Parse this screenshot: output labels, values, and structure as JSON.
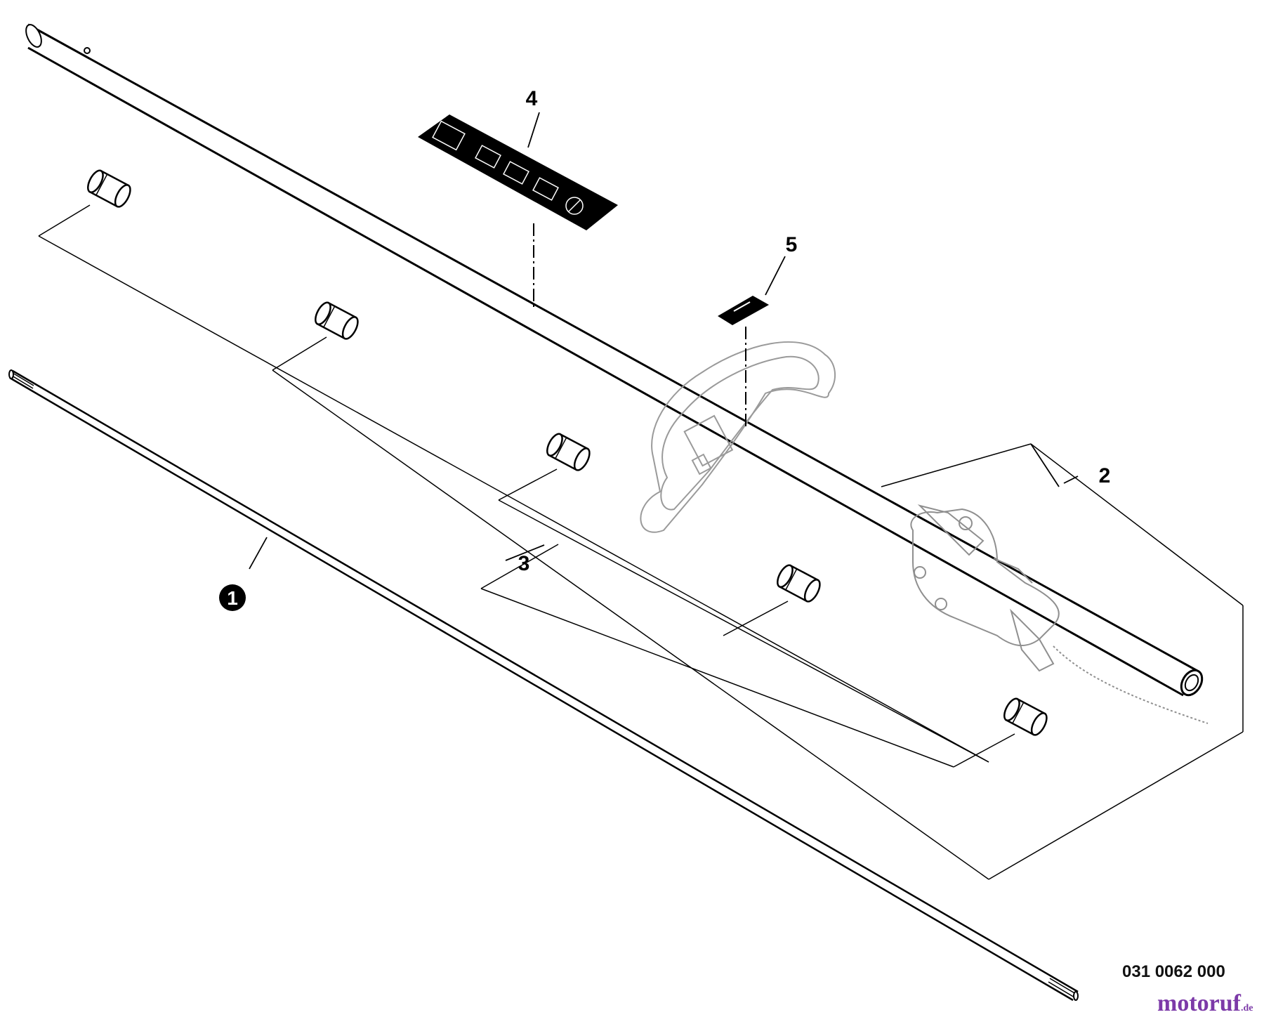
{
  "diagram": {
    "callouts": [
      {
        "label": "1"
      },
      {
        "label": "2"
      },
      {
        "label": "3"
      },
      {
        "label": "4"
      },
      {
        "label": "5"
      }
    ],
    "drawing_number": "031 0062 000",
    "watermark": {
      "text": "motoruf",
      "suffix": ".de"
    }
  }
}
